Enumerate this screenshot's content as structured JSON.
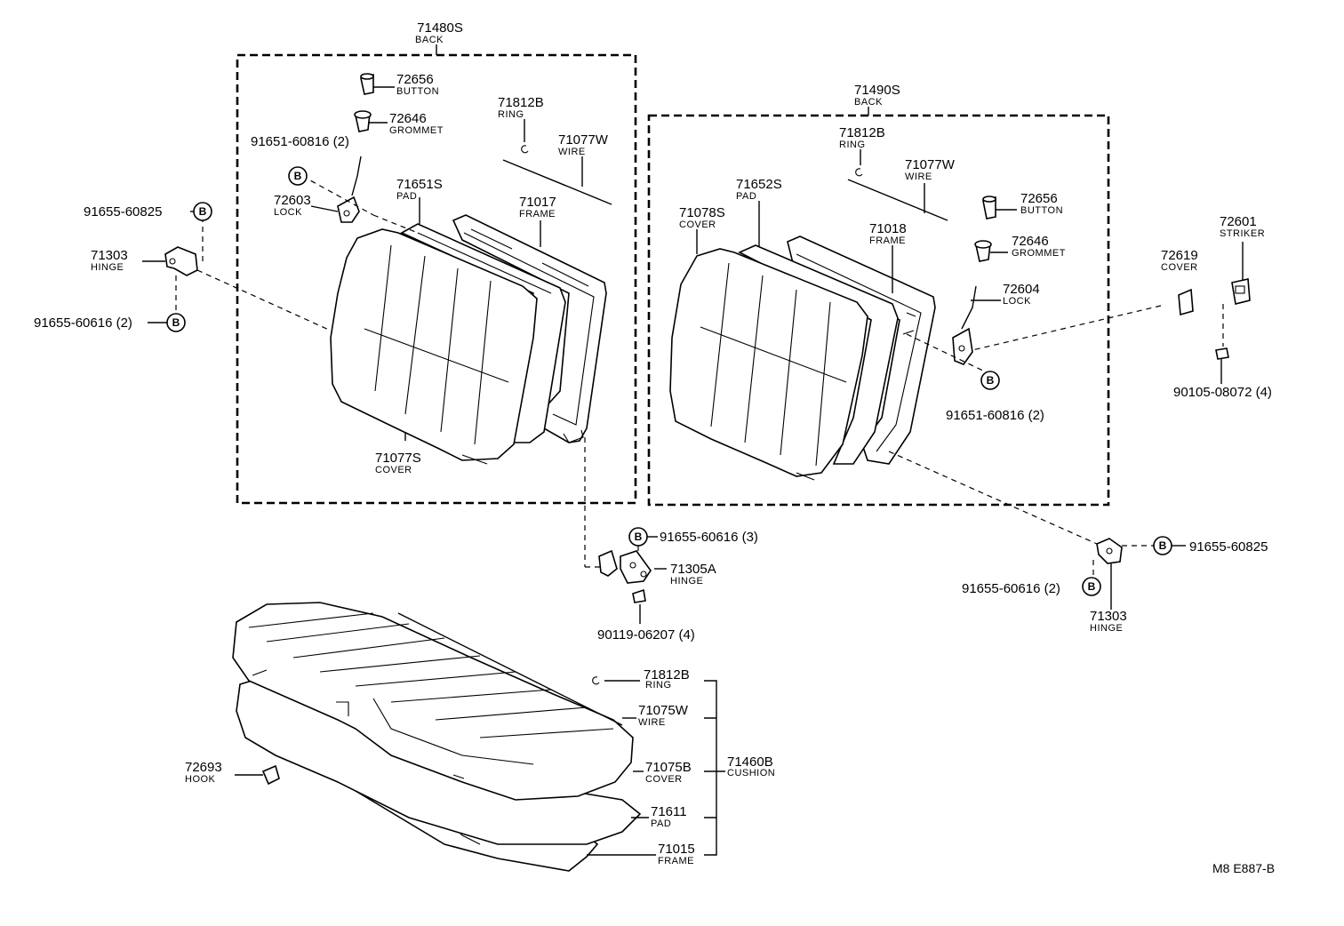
{
  "diagram_code": "M8 E887-B",
  "bolt_marker": "B",
  "labels": {
    "l71480s": {
      "pn": "71480S",
      "name": "BACK"
    },
    "l72656a": {
      "pn": "72656",
      "name": "BUTTON"
    },
    "l72646a": {
      "pn": "72646",
      "name": "GROMMET"
    },
    "l91651a": {
      "pn": "91651-60816 (2)"
    },
    "l71812a": {
      "pn": "71812B",
      "name": "RING"
    },
    "l71077wa": {
      "pn": "71077W",
      "name": "WIRE"
    },
    "l72603": {
      "pn": "72603",
      "name": "LOCK"
    },
    "l71651s": {
      "pn": "71651S",
      "name": "PAD"
    },
    "l71017": {
      "pn": "71017",
      "name": "FRAME"
    },
    "l91655_825a": {
      "pn": "91655-60825"
    },
    "l71303a": {
      "pn": "71303",
      "name": "HINGE"
    },
    "l91655_616a": {
      "pn": "91655-60616 (2)"
    },
    "l71077s": {
      "pn": "71077S",
      "name": "COVER"
    },
    "l71490s": {
      "pn": "71490S",
      "name": "BACK"
    },
    "l71812b2": {
      "pn": "71812B",
      "name": "RING"
    },
    "l71077wb": {
      "pn": "71077W",
      "name": "WIRE"
    },
    "l71652s": {
      "pn": "71652S",
      "name": "PAD"
    },
    "l71078s": {
      "pn": "71078S",
      "name": "COVER"
    },
    "l71018": {
      "pn": "71018",
      "name": "FRAME"
    },
    "l72656b": {
      "pn": "72656",
      "name": "BUTTON"
    },
    "l72646b": {
      "pn": "72646",
      "name": "GROMMET"
    },
    "l72604": {
      "pn": "72604",
      "name": "LOCK"
    },
    "l91651b": {
      "pn": "91651-60816 (2)"
    },
    "l72619": {
      "pn": "72619",
      "name": "COVER"
    },
    "l72601": {
      "pn": "72601",
      "name": "STRIKER"
    },
    "l90105": {
      "pn": "90105-08072 (4)"
    },
    "l91655_616b": {
      "pn": "91655-60616 (3)"
    },
    "l71305a": {
      "pn": "71305A",
      "name": "HINGE"
    },
    "l90119": {
      "pn": "90119-06207 (4)"
    },
    "l91655_825b": {
      "pn": "91655-60825"
    },
    "l91655_616c": {
      "pn": "91655-60616 (2)"
    },
    "l71303b": {
      "pn": "71303",
      "name": "HINGE"
    },
    "l71812c": {
      "pn": "71812B",
      "name": "RING"
    },
    "l71075w": {
      "pn": "71075W",
      "name": "WIRE"
    },
    "l71075b": {
      "pn": "71075B",
      "name": "COVER"
    },
    "l71460b": {
      "pn": "71460B",
      "name": "CUSHION"
    },
    "l71611": {
      "pn": "71611",
      "name": "PAD"
    },
    "l71015": {
      "pn": "71015",
      "name": "FRAME"
    },
    "l72693": {
      "pn": "72693",
      "name": "HOOK"
    }
  }
}
